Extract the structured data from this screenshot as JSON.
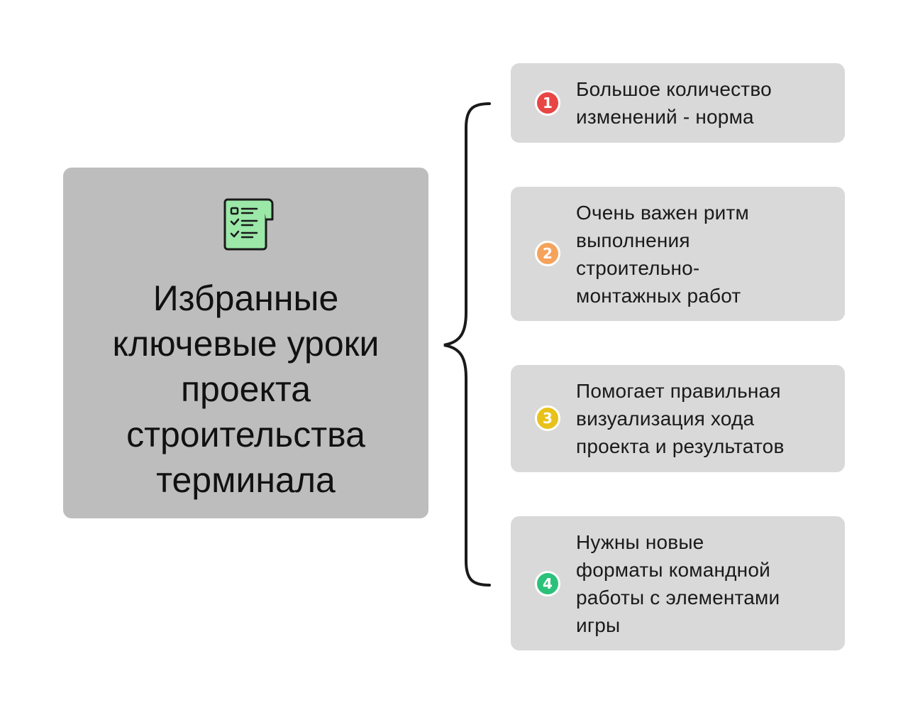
{
  "main": {
    "icon": "checklist-document-icon",
    "title": "Избранные\nключевые уроки\nпроекта\nстроительства\nтерминала"
  },
  "items": [
    {
      "number": "1",
      "color": "#e84545",
      "text": "Большое количество\nизменений - норма"
    },
    {
      "number": "2",
      "color": "#f5a35c",
      "text": "Очень важен ритм\nвыполнения\nстроительно-\nмонтажных работ"
    },
    {
      "number": "3",
      "color": "#e8c21a",
      "text": "Помогает правильная\nвизуализация хода\nпроекта и результатов"
    },
    {
      "number": "4",
      "color": "#2cc17a",
      "text": "Нужны новые\nформаты командной\nработы с элементами\nигры"
    }
  ],
  "colors": {
    "main_box": "#bdbdbd",
    "card": "#d9d9d9",
    "brace": "#1a1a1a",
    "icon_fill": "#9be8a8"
  }
}
